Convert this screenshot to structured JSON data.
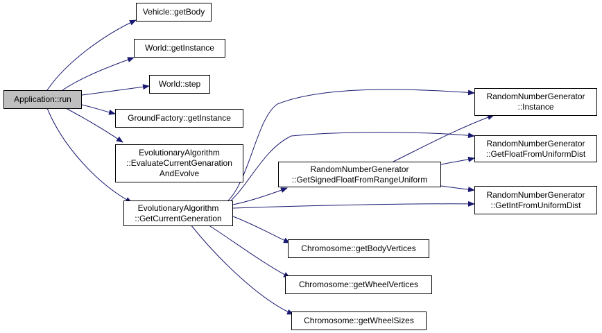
{
  "colors": {
    "edge": "#191970",
    "node_border": "#000000",
    "node_fill": "#ffffff",
    "root_fill": "#bfbfbf"
  },
  "nodes": {
    "app_run": [
      "Application::run"
    ],
    "vehicle_getbody": [
      "Vehicle::getBody"
    ],
    "world_getinstance": [
      "World::getInstance"
    ],
    "world_step": [
      "World::step"
    ],
    "groundfactory_getinstance": [
      "GroundFactory::getInstance"
    ],
    "ea_evaluate": [
      "EvolutionaryAlgorithm",
      "::EvaluateCurrentGenaration",
      "AndEvolve"
    ],
    "ea_getcurrent": [
      "EvolutionaryAlgorithm",
      "::GetCurrentGeneration"
    ],
    "rng_getsigned": [
      "RandomNumberGenerator",
      "::GetSignedFloatFromRangeUniform"
    ],
    "rng_instance": [
      "RandomNumberGenerator",
      "::Instance"
    ],
    "rng_getfloat": [
      "RandomNumberGenerator",
      "::GetFloatFromUniformDist"
    ],
    "rng_getint": [
      "RandomNumberGenerator",
      "::GetIntFromUniformDist"
    ],
    "chromo_bodyvertices": [
      "Chromosome::getBodyVertices"
    ],
    "chromo_wheelvertices": [
      "Chromosome::getWheelVertices"
    ],
    "chromo_wheelsizes": [
      "Chromosome::getWheelSizes"
    ]
  }
}
